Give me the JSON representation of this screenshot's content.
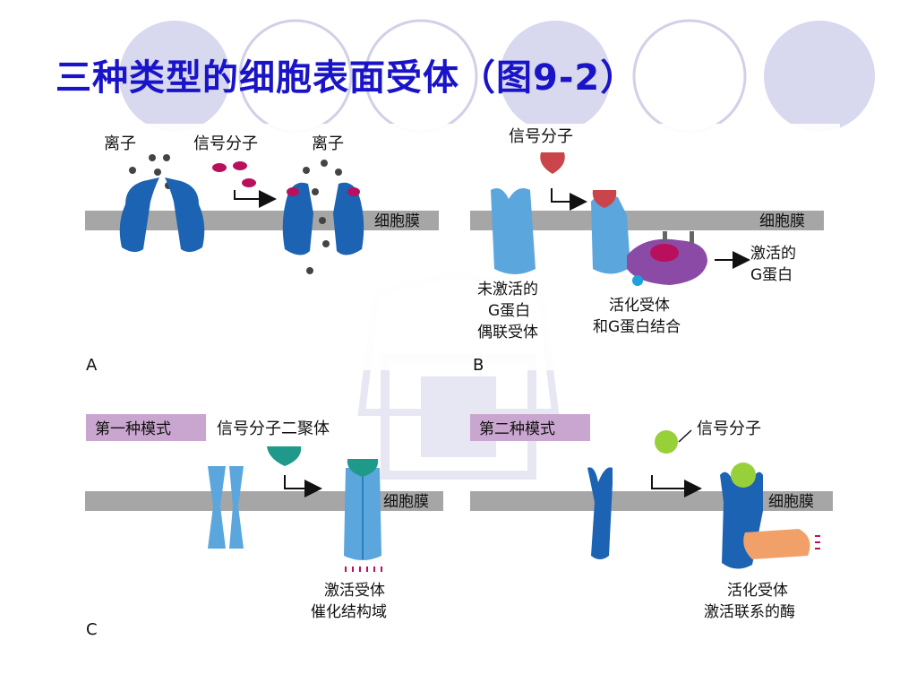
{
  "slide": {
    "title": "三种类型的细胞表面受体（图9-2）"
  },
  "panel_a": {
    "letter": "A",
    "ion_left": "离子",
    "signal": "信号分子",
    "ion_right": "离子",
    "membrane": "细胞膜"
  },
  "panel_b": {
    "letter": "B",
    "signal": "信号分子",
    "membrane": "细胞膜",
    "inactive_line1": "未激活的",
    "inactive_line2": "G蛋白",
    "inactive_line3": "偶联受体",
    "bound_line1": "活化受体",
    "bound_line2": "和G蛋白结合",
    "activated_line1": "激活的",
    "activated_line2": "G蛋白"
  },
  "panel_c": {
    "letter": "C",
    "mode1": "第一种模式",
    "dimer": "信号分子二聚体",
    "membrane_left": "细胞膜",
    "catalytic_line1": "激活受体",
    "catalytic_line2": "催化结构域",
    "mode2": "第二种模式",
    "signal": "信号分子",
    "membrane_right": "细胞膜",
    "enzyme_line1": "活化受体",
    "enzyme_line2": "激活联系的酶"
  },
  "colors": {
    "title": "#1a14c8",
    "membrane": "#a6a6a6",
    "receptor_dark": "#1c63b4",
    "receptor_light": "#5aa6dd",
    "signal_magenta": "#b8105d",
    "signal_red": "#c9454a",
    "gprotein_purple": "#8a4aa6",
    "dimer_teal": "#1f9a8a",
    "signal_green": "#98d03a",
    "enzyme_orange": "#f2a06a",
    "mode_box": "#c9a6cf",
    "deco_circle": "#cccce6"
  }
}
